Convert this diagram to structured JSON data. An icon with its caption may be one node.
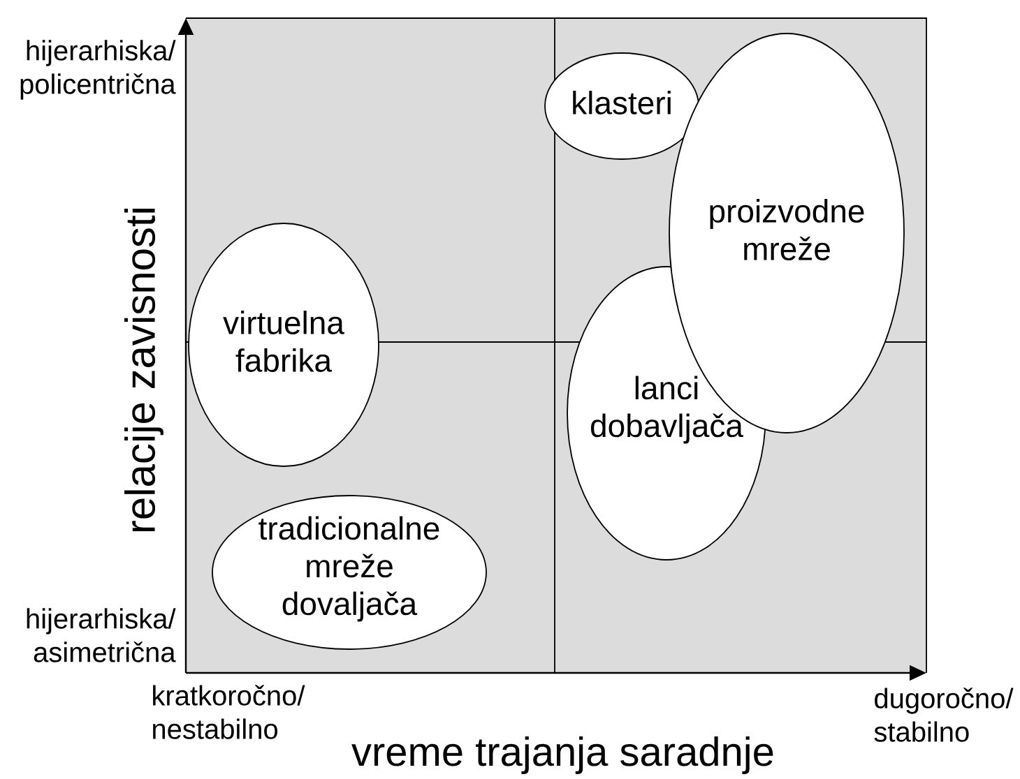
{
  "diagram": {
    "nodes": [
      {
        "text": [
          "klasteri"
        ]
      },
      {
        "text": [
          "lanci dobavljača"
        ]
      },
      {
        "text": [
          "proizvodne mreže"
        ]
      },
      {
        "text": [
          "virtuelna fabrika"
        ]
      },
      {
        "text": [
          "tradicionalne mreže dovaljača"
        ]
      }
    ],
    "labels": [
      "hijerarhiska/ policentrična",
      "hijerarhiska/ asimetrična",
      "relacije zavisnosti",
      "kratkoročno/ nestabilno",
      "dugoročno/ stabilno",
      "vreme trajanja saradnje"
    ]
  }
}
